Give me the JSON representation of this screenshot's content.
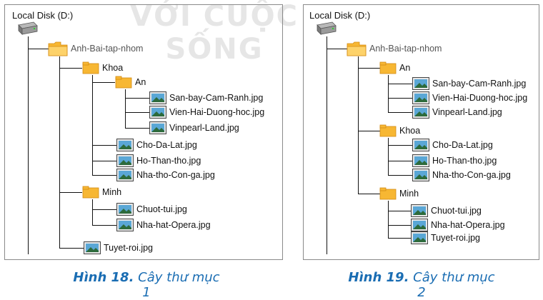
{
  "watermark": "VỚI CUỘC SỐNG",
  "figures": [
    {
      "caption_bold": "Hình 18.",
      "caption_text": " Cây thư mục 1",
      "root": "Local Disk (D:)",
      "top_folder": "Anh-Bai-tap-nhom",
      "nodes": [
        {
          "label": "Khoa",
          "type": "folder"
        },
        {
          "label": "An",
          "type": "folder"
        },
        {
          "label": "San-bay-Cam-Ranh.jpg",
          "type": "image"
        },
        {
          "label": "Vien-Hai-Duong-hoc.jpg",
          "type": "image"
        },
        {
          "label": "Vinpearl-Land.jpg",
          "type": "image"
        },
        {
          "label": "Cho-Da-Lat.jpg",
          "type": "image"
        },
        {
          "label": "Ho-Than-tho.jpg",
          "type": "image"
        },
        {
          "label": "Nha-tho-Con-ga.jpg",
          "type": "image"
        },
        {
          "label": "Minh",
          "type": "folder"
        },
        {
          "label": "Chuot-tui.jpg",
          "type": "image"
        },
        {
          "label": "Nha-hat-Opera.jpg",
          "type": "image"
        },
        {
          "label": "Tuyet-roi.jpg",
          "type": "image"
        }
      ]
    },
    {
      "caption_bold": "Hình 19.",
      "caption_text": " Cây thư mục 2",
      "root": "Local Disk (D:)",
      "top_folder": "Anh-Bai-tap-nhom",
      "nodes": [
        {
          "label": "An",
          "type": "folder"
        },
        {
          "label": "San-bay-Cam-Ranh.jpg",
          "type": "image"
        },
        {
          "label": "Vien-Hai-Duong-hoc.jpg",
          "type": "image"
        },
        {
          "label": "Vinpearl-Land.jpg",
          "type": "image"
        },
        {
          "label": "Khoa",
          "type": "folder"
        },
        {
          "label": "Cho-Da-Lat.jpg",
          "type": "image"
        },
        {
          "label": "Ho-Than-tho.jpg",
          "type": "image"
        },
        {
          "label": "Nha-tho-Con-ga.jpg",
          "type": "image"
        },
        {
          "label": "Minh",
          "type": "folder"
        },
        {
          "label": "Chuot-tui.jpg",
          "type": "image"
        },
        {
          "label": "Nha-hat-Opera.jpg",
          "type": "image"
        },
        {
          "label": "Tuyet-roi.jpg",
          "type": "image"
        }
      ]
    }
  ]
}
